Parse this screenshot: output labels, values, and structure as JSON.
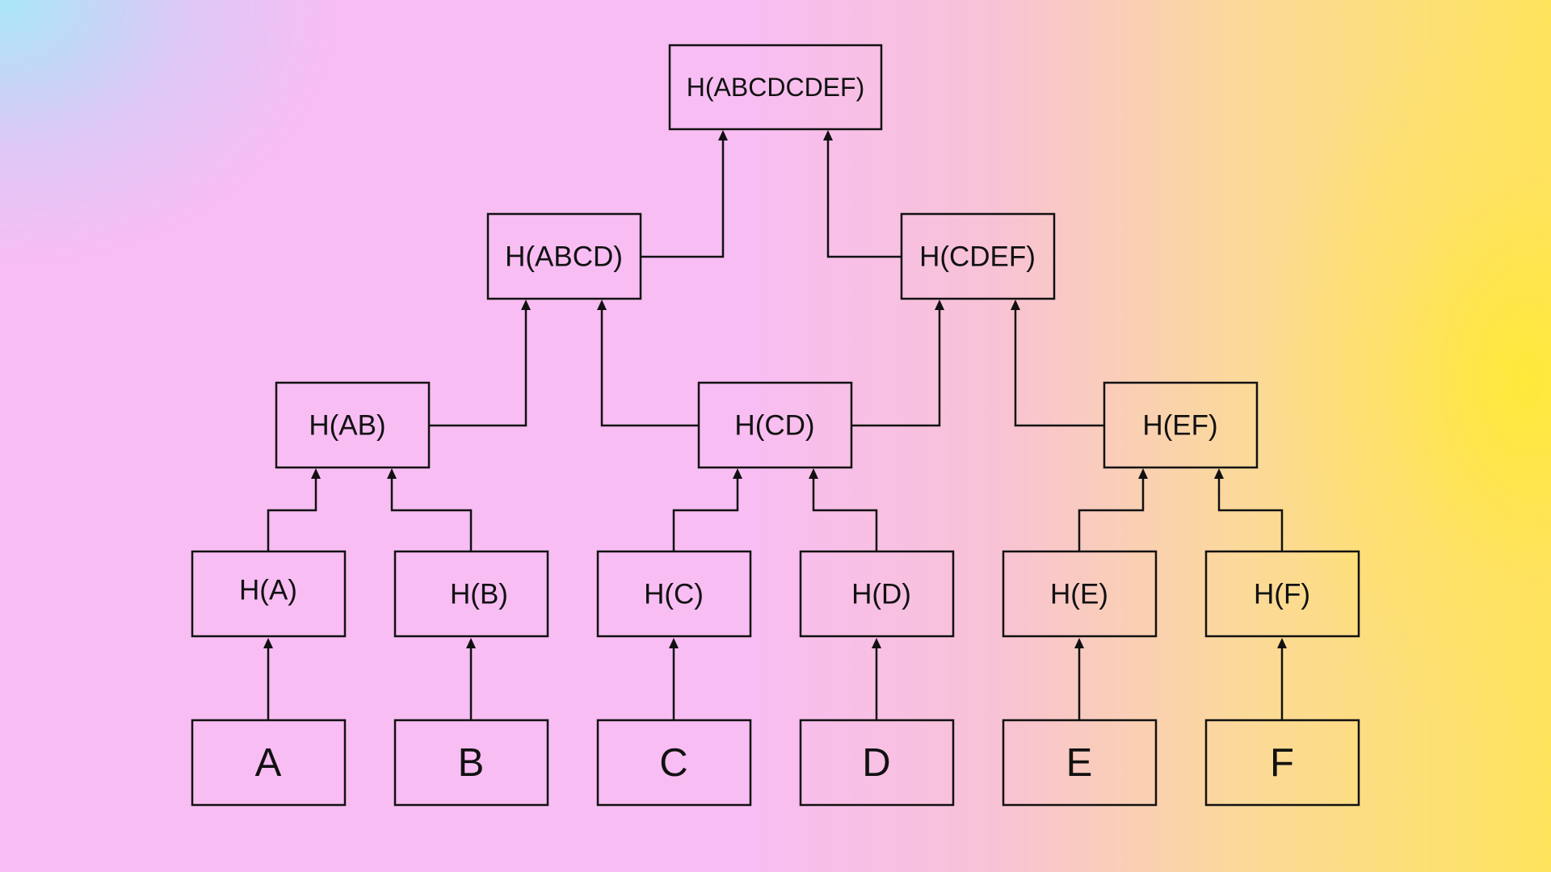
{
  "diagram": {
    "type": "merkle-tree",
    "nodes": {
      "root": "H(ABCDCDEF)",
      "abcd": "H(ABCD)",
      "cdef": "H(CDEF)",
      "ab": "H(AB)",
      "cd": "H(CD)",
      "ef": "H(EF)",
      "ha": "H(A)",
      "hb": "H(B)",
      "hc": "H(C)",
      "hd": "H(D)",
      "he": "H(E)",
      "hf": "H(F)",
      "a": "A",
      "b": "B",
      "c": "C",
      "d": "D",
      "e": "E",
      "f": "F"
    },
    "edges": [
      {
        "from": "a",
        "to": "ha"
      },
      {
        "from": "b",
        "to": "hb"
      },
      {
        "from": "c",
        "to": "hc"
      },
      {
        "from": "d",
        "to": "hd"
      },
      {
        "from": "e",
        "to": "he"
      },
      {
        "from": "f",
        "to": "hf"
      },
      {
        "from": "ha",
        "to": "ab"
      },
      {
        "from": "hb",
        "to": "ab"
      },
      {
        "from": "hc",
        "to": "cd"
      },
      {
        "from": "hd",
        "to": "cd"
      },
      {
        "from": "he",
        "to": "ef"
      },
      {
        "from": "hf",
        "to": "ef"
      },
      {
        "from": "ab",
        "to": "abcd"
      },
      {
        "from": "cd",
        "to": "abcd"
      },
      {
        "from": "cd",
        "to": "cdef"
      },
      {
        "from": "ef",
        "to": "cdef"
      },
      {
        "from": "abcd",
        "to": "root"
      },
      {
        "from": "cdef",
        "to": "root"
      }
    ]
  }
}
